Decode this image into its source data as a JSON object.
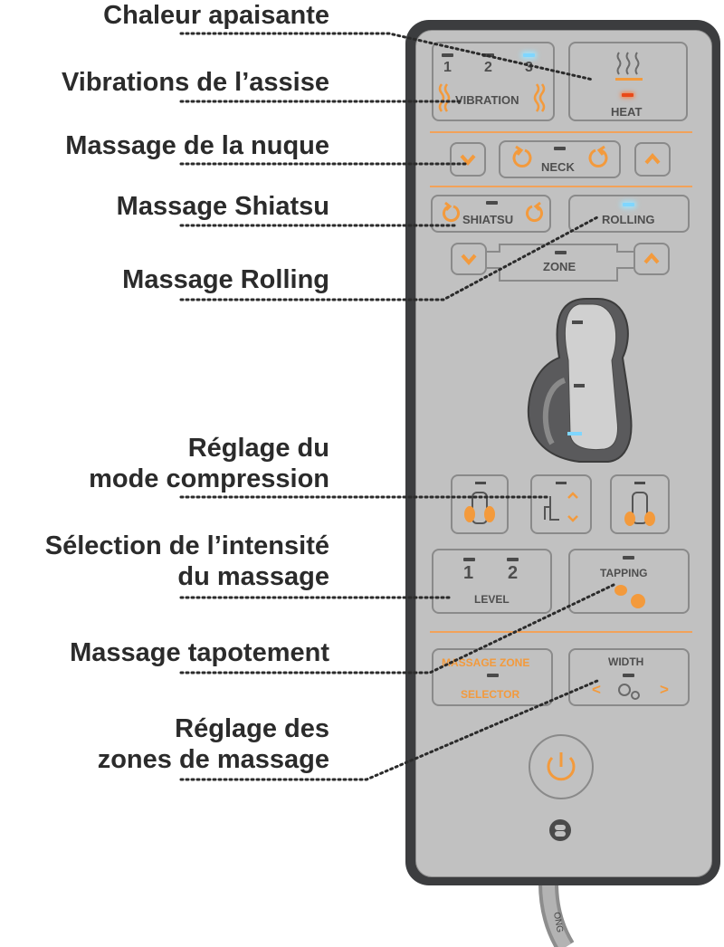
{
  "labels": {
    "heat": "Chaleur apaisante",
    "vibration": "Vibrations de l’assise",
    "neck": "Massage de la nuque",
    "shiatsu": "Massage Shiatsu",
    "rolling": "Massage Rolling",
    "compression_line1": "Réglage du",
    "compression_line2": "mode compression",
    "intensity_line1": "Sélection de l’intensité",
    "intensity_line2": "du massage",
    "tapping": "Massage tapotement",
    "zones_line1": "Réglage des",
    "zones_line2": "zones de massage"
  },
  "remote": {
    "vibration": {
      "label": "VIBRATION",
      "levels": [
        "1",
        "2",
        "3"
      ],
      "active_level": 3
    },
    "heat": {
      "label": "HEAT",
      "indicator": "on"
    },
    "neck": {
      "label": "NECK",
      "down_icon": "chevron-down-icon",
      "up_icon": "chevron-up-icon"
    },
    "shiatsu": {
      "label": "SHIATSU"
    },
    "rolling": {
      "label": "ROLLING",
      "indicator": "on"
    },
    "zone": {
      "label": "ZONE"
    },
    "level": {
      "label": "LEVEL",
      "values": [
        "1",
        "2"
      ]
    },
    "tapping": {
      "label": "TAPPING"
    },
    "massage_zone": {
      "line1": "MASSAGE ZONE",
      "line2": "SELECTOR"
    },
    "width": {
      "label": "WIDTH",
      "left": "<",
      "right": ">"
    },
    "power_icon": "power-icon",
    "brand_logo": "brand-logo",
    "cable_text": "ONG"
  },
  "colors": {
    "accent": "#f39a3c",
    "panel": "#c1c1c1",
    "frame": "#3c3d3f",
    "indicator_on": "#7fd6ff",
    "heat_indicator": "#e84a1a",
    "label_text": "#2b2b2b"
  }
}
